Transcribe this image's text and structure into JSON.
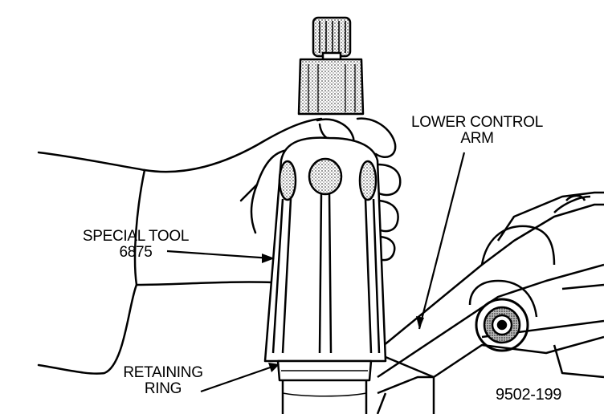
{
  "labels": {
    "lower_control_arm": [
      "LOWER CONTROL",
      "ARM"
    ],
    "special_tool": [
      "SPECIAL TOOL",
      "6875"
    ],
    "retaining_ring": [
      "RETAINING",
      "RING"
    ],
    "figure_number": "9502-199"
  },
  "colors": {
    "line": "#000000",
    "background": "#ffffff",
    "shading": "#8a8a8a"
  }
}
